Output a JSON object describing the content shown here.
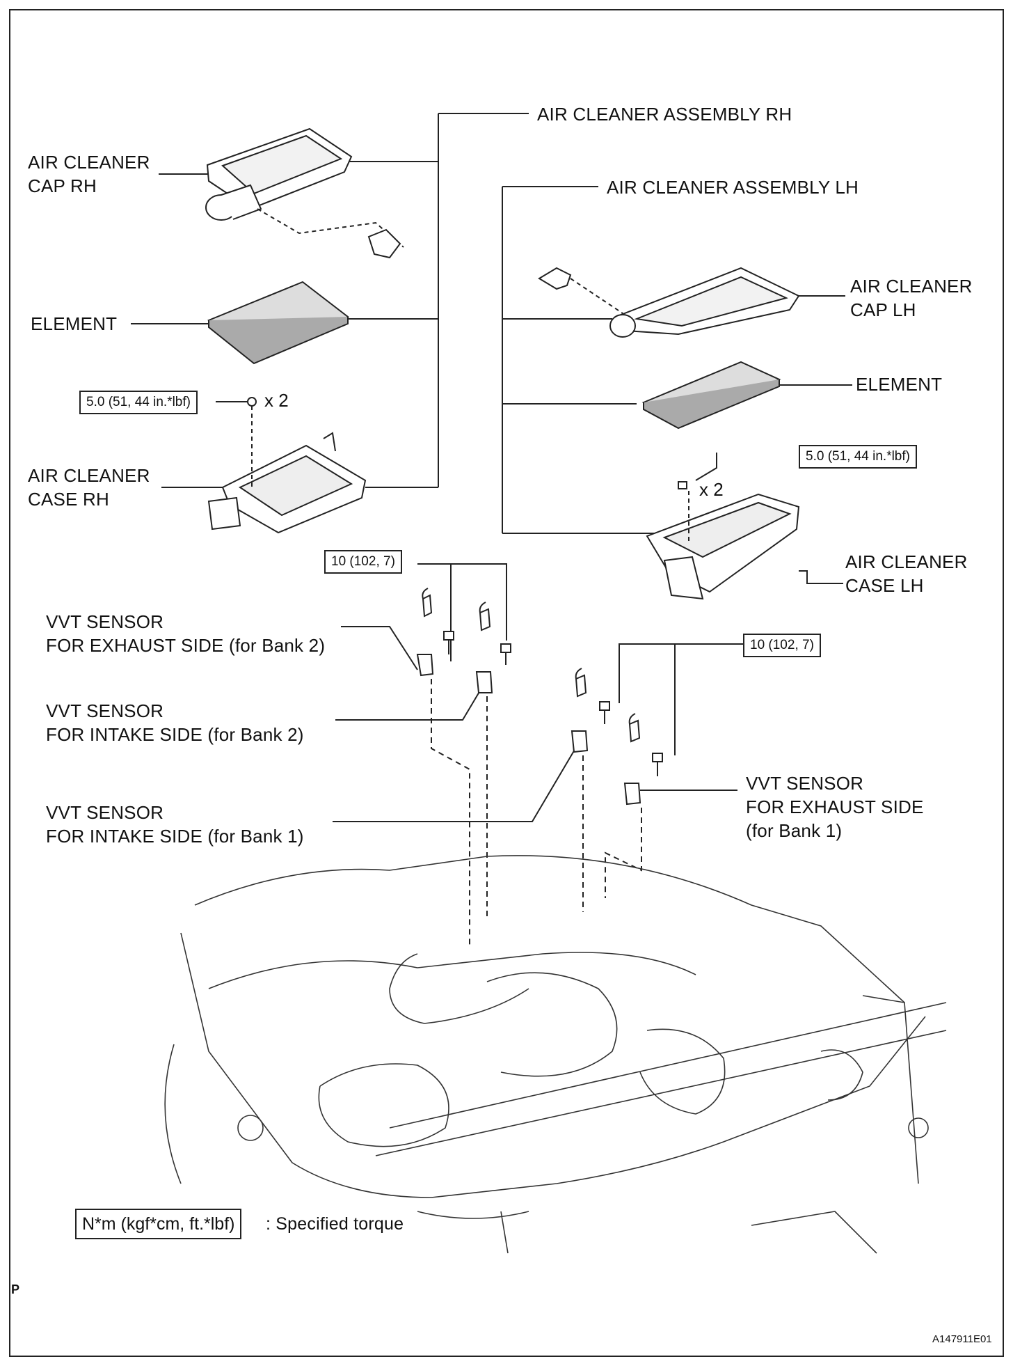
{
  "labels": {
    "assy_rh": "AIR CLEANER ASSEMBLY RH",
    "assy_lh": "AIR CLEANER ASSEMBLY LH",
    "cap_rh": [
      "AIR CLEANER",
      "CAP RH"
    ],
    "element_rh": "ELEMENT",
    "case_rh": [
      "AIR CLEANER",
      "CASE RH"
    ],
    "cap_lh": [
      "AIR CLEANER",
      "CAP LH"
    ],
    "element_lh": "ELEMENT",
    "case_lh": [
      "AIR CLEANER",
      "CASE LH"
    ],
    "vvt_ex_b2": [
      "VVT SENSOR",
      "FOR EXHAUST SIDE (for Bank 2)"
    ],
    "vvt_in_b2": [
      "VVT SENSOR",
      "FOR INTAKE SIDE (for Bank 2)"
    ],
    "vvt_in_b1": [
      "VVT SENSOR",
      "FOR INTAKE SIDE (for Bank 1)"
    ],
    "vvt_ex_b1": [
      "VVT SENSOR",
      "FOR EXHAUST SIDE",
      "(for Bank 1)"
    ]
  },
  "torque": {
    "rh_case": "5.0 (51, 44 in.*lbf)",
    "lh_case": "5.0 (51, 44 in.*lbf)",
    "bank2_bolt": "10 (102, 7)",
    "bank1_bolt": "10 (102, 7)",
    "qty": "x 2"
  },
  "legend": {
    "box": "N*m (kgf*cm, ft.*lbf)",
    "text": ": Specified torque"
  },
  "page_mark": "P",
  "figure_code": "A147911E01"
}
